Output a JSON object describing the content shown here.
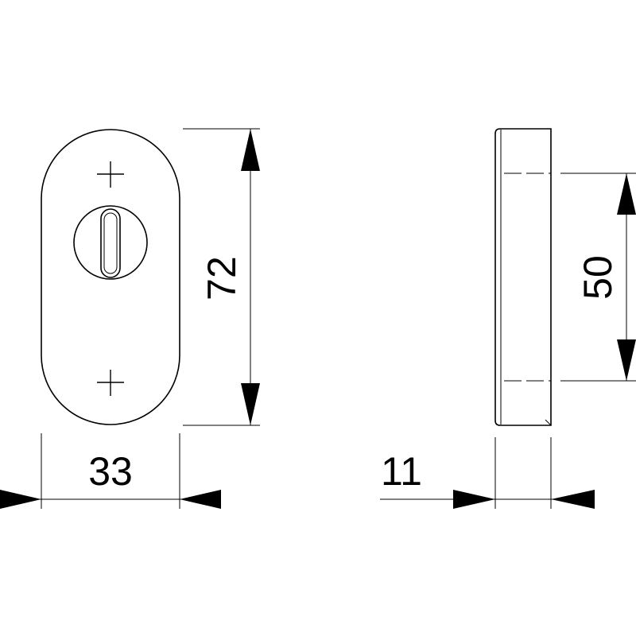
{
  "drawing": {
    "line_color": "#000000",
    "background": "#ffffff",
    "dimensions": {
      "front_height": "72",
      "front_width": "33",
      "side_depth": "11",
      "hole_spacing": "50"
    }
  }
}
